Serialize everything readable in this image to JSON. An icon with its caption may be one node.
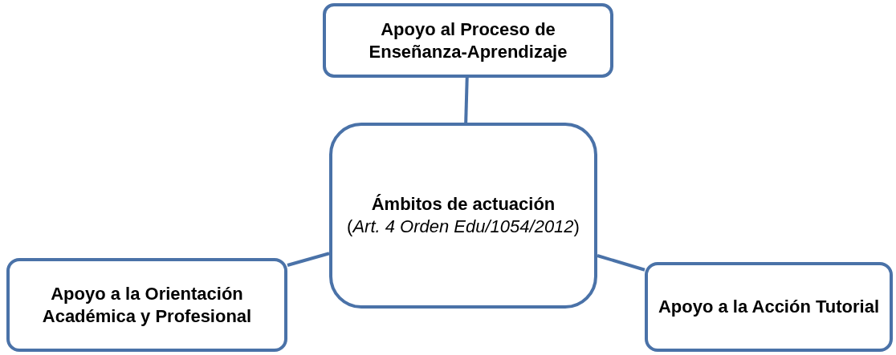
{
  "diagram": {
    "nodes": [
      {
        "text": [
          "Apoyo al Proceso de Enseñanza-Aprendizaje"
        ]
      },
      {
        "text": [
          "Ámbitos de actuación",
          "(*Art. 4 Orden Edu/1054/2012*)"
        ]
      },
      {
        "text": [
          "Apoyo a la Orientación Académica y Profesional"
        ]
      },
      {
        "text": [
          "Apoyo a la Acción Tutorial"
        ]
      }
    ],
    "edges": [
      {
        "from": 0,
        "to": 1,
        "arrow": "none"
      },
      {
        "from": 1,
        "to": 2,
        "arrow": "none"
      },
      {
        "from": 1,
        "to": 3,
        "arrow": "none"
      }
    ]
  }
}
